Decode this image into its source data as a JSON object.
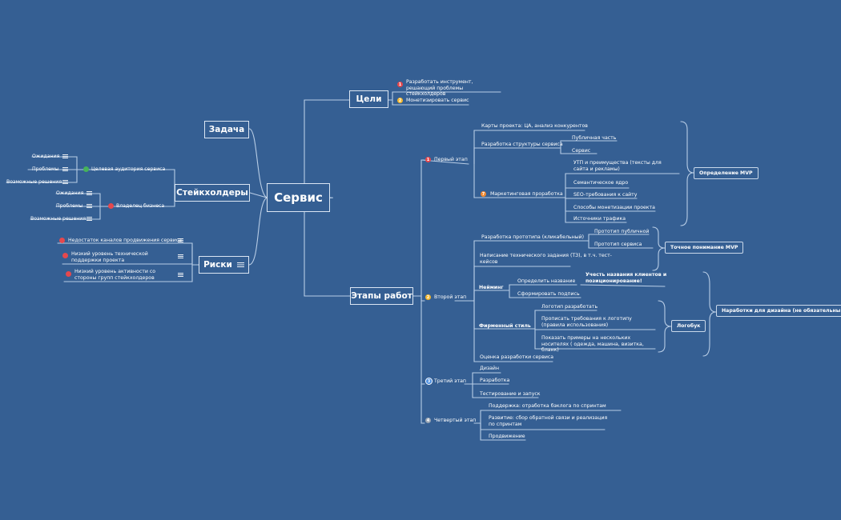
{
  "root": "Сервис",
  "left": {
    "task": "Задача",
    "stakeholders": {
      "title": "Стейкхолдеры",
      "audience": {
        "label": "Целевая аудитория сервиса",
        "items": [
          "Ожидания",
          "Проблемы",
          "Возможные решения"
        ]
      },
      "owner": {
        "label": "Владелец бизнеса",
        "items": [
          "Ожидания",
          "Проблемы",
          "Возможные решения"
        ]
      }
    },
    "risks": {
      "title": "Риски",
      "items": [
        "Недостаток каналов продвижения сервиса",
        "Низкий уровень технической поддержки проекта",
        "Низкий уровень активности со стороны групп стейкхолдеров"
      ]
    }
  },
  "goals": {
    "title": "Цели",
    "items": [
      "Разработать инструмент, решающий проблемы стейкхолдеров",
      "Монетизировать сервис"
    ],
    "markers": [
      "1",
      "2"
    ]
  },
  "stages": {
    "title": "Этапы работ",
    "first": {
      "label": "Первый этап",
      "marker": "1",
      "maps": "Карты проекта: ЦА, анализ конкурентов",
      "structure": {
        "label": "Разработка структуры сервиса",
        "items": [
          "Публичная часть",
          "Сервис"
        ]
      },
      "marketing": {
        "label": "Маркетинговая проработка",
        "marker": "7",
        "items": [
          "УТП и преимущества (тексты для сайта и рекламы)",
          "Семантическое ядро",
          "SEO-требования к сайту",
          "Способы монетизации проекта",
          "Источники трафика"
        ]
      }
    },
    "second": {
      "label": "Второй этап",
      "marker": "2",
      "prototype": {
        "label": "Разработка прототипа (кликабельный)",
        "items": [
          "Прототип публичной",
          "Прототип сервиса"
        ]
      },
      "spec": "Написание технического задания (ТЗ), в т.ч. тест-кейсов",
      "naming": {
        "label": "Нейминг",
        "items": [
          "Определить название",
          "Сформировать подпись"
        ],
        "note": "Учесть названия клиентов и позиционирование!"
      },
      "style": {
        "label": "Фирменный стиль",
        "items": [
          "Логотип разработать",
          "Прописать требования к логотипу (правила использования)",
          "Показать примеры на нескольких носителях ( одежда, машина, визитка, бланк)"
        ]
      },
      "estimate": "Оценка разработки сервиса"
    },
    "third": {
      "label": "Третий этап",
      "marker": "3",
      "items": [
        "Дизайн",
        "Разработка",
        "Тестирование и запуск"
      ]
    },
    "fourth": {
      "label": "Четвертый этап",
      "marker": "4",
      "items": [
        "Поддержка: отработка бэклога по спринтам",
        "Развитие: сбор обратной связи и реализация по спринтам",
        "Продвижение"
      ]
    }
  },
  "summaries": {
    "mvp": "Определение MVP",
    "mvp_precise": "Точное понимание MVP",
    "logobook": "Логобук",
    "design": "Наработки для дизайна (не обязательны!)"
  },
  "colors": {
    "background": "#355f93",
    "line": "#b8cde6",
    "text": "#ffffff"
  }
}
